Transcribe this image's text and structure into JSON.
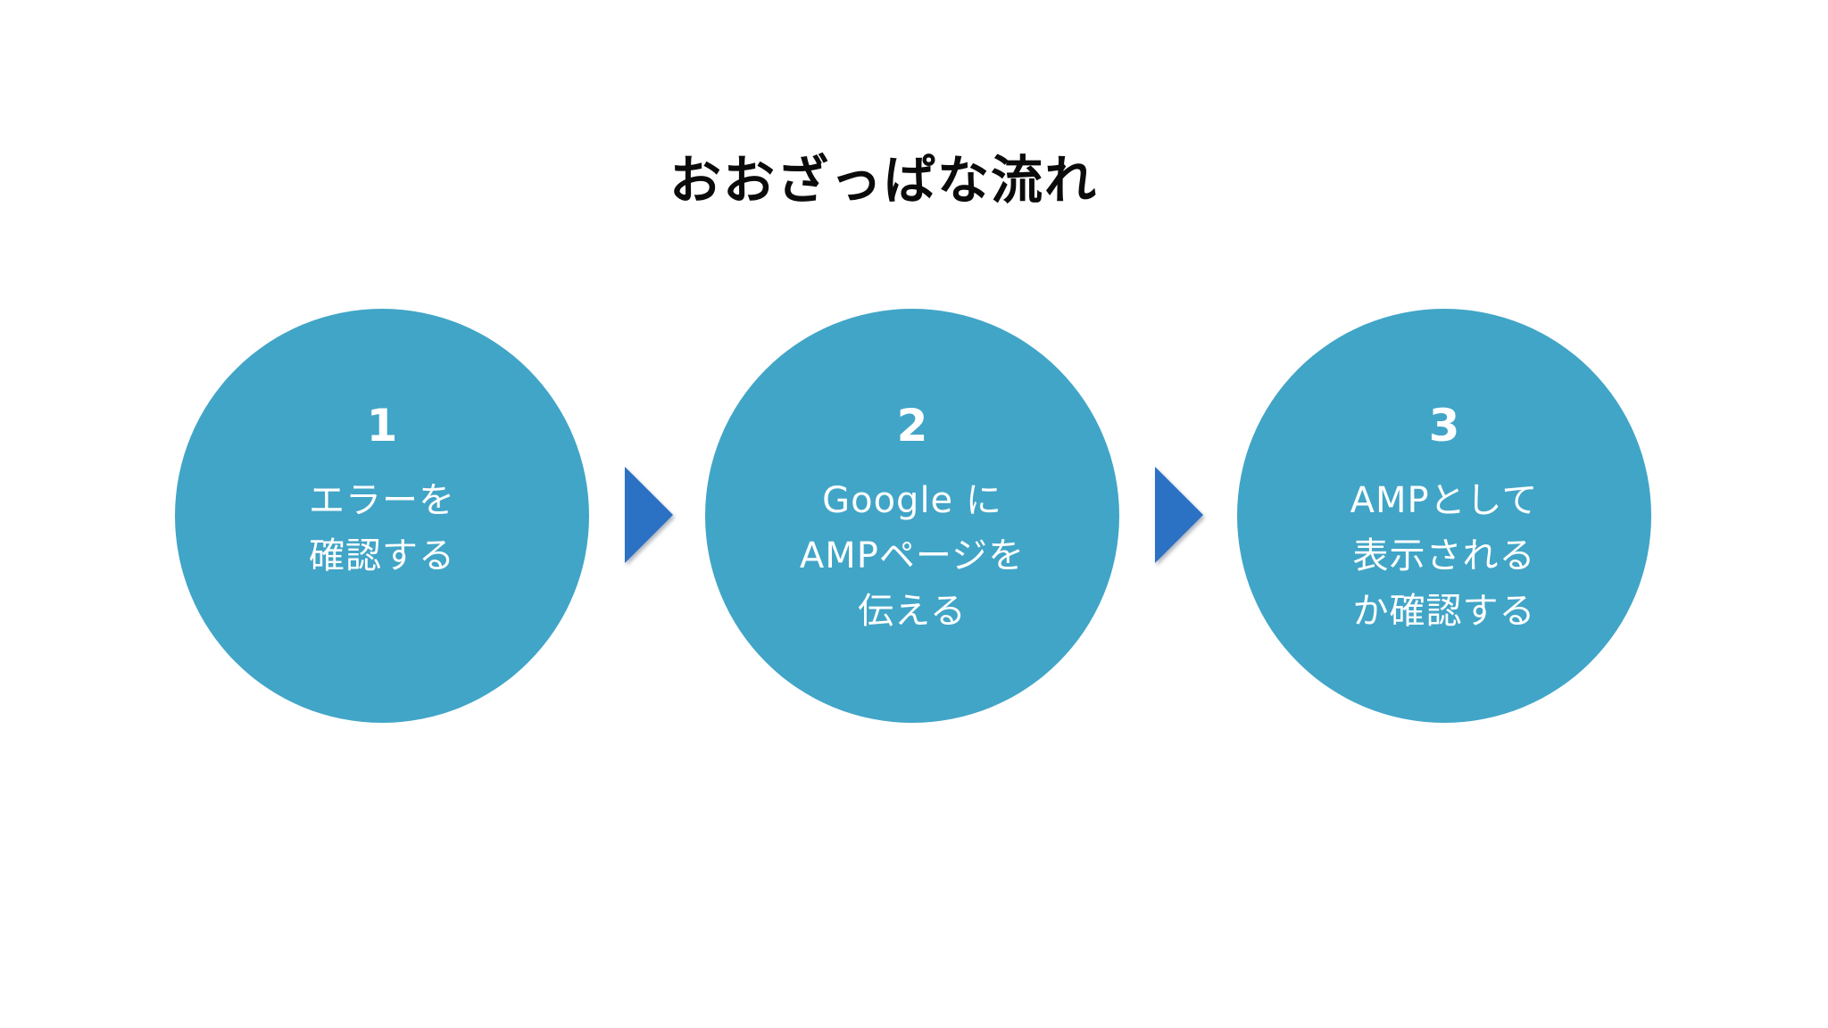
{
  "slide": {
    "title": "おおざっぱな流れ",
    "background_color": "#ffffff",
    "title_color": "#0b0b0b"
  },
  "flow": {
    "steps": [
      {
        "number": "1",
        "lines": [
          "エラーを",
          "確認する"
        ]
      },
      {
        "number": "2",
        "lines": [
          "Google に",
          "AMPページを",
          "伝える"
        ]
      },
      {
        "number": "3",
        "lines": [
          "AMPとして",
          "表示される",
          "か確認する"
        ]
      }
    ],
    "connector": {
      "icon": "right-triangle-arrow",
      "color": "#2b71c4"
    },
    "circle_color": "#41a5c7",
    "circle_text_color": "#ffffff"
  }
}
